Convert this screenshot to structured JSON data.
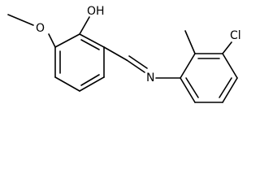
{
  "molecule": {
    "atoms": {
      "hydroxyl": "OH",
      "methoxy_oxygen": "O",
      "imine_nitrogen": "N",
      "chlorine": "Cl"
    },
    "colors": {
      "bond": "#000000",
      "label": "#000000",
      "background": "#ffffff"
    }
  }
}
